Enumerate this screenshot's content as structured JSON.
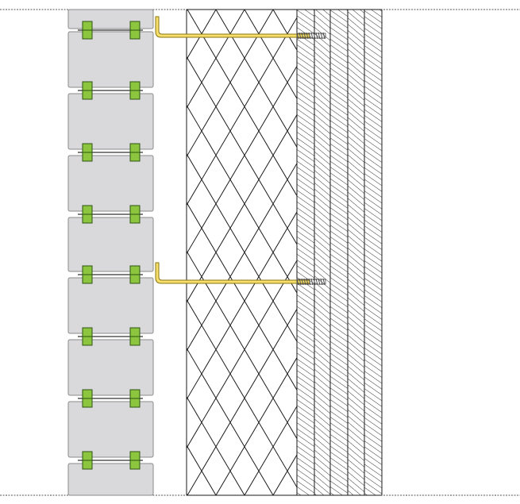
{
  "drawing": {
    "kind": "wall-section-detail",
    "components": [
      {
        "name": "cladding-panels",
        "count": 9
      },
      {
        "name": "panel-clips",
        "count": 16
      },
      {
        "name": "wall-ties",
        "count": 2
      },
      {
        "name": "insulation-layer"
      },
      {
        "name": "masonry-layers",
        "count": 5
      }
    ]
  },
  "colors": {
    "background": "#ffffff",
    "panel_fill": "#d9d9dc",
    "panel_stroke": "#8a8a8a",
    "clip_fill": "#8cc63f",
    "clip_stroke": "#2e5410",
    "tie_fill": "#f6e06b",
    "tie_stroke": "#8a7410",
    "line": "#1a1a1a",
    "hatch": "#333333",
    "dashed": "#555555"
  }
}
